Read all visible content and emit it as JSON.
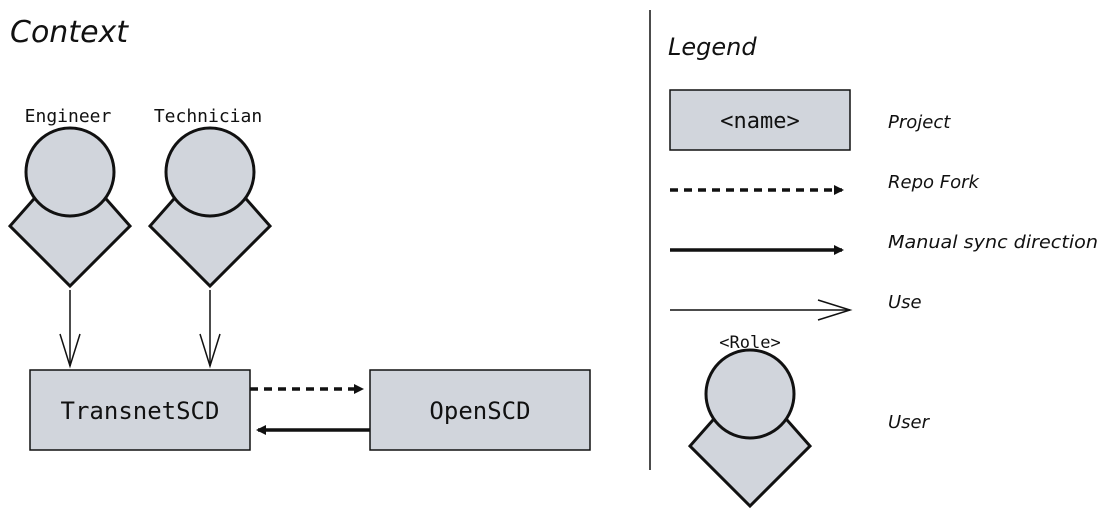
{
  "context": {
    "title": "Context",
    "roles": [
      {
        "label": "Engineer"
      },
      {
        "label": "Technician"
      }
    ],
    "projects": [
      {
        "name": "TransnetSCD"
      },
      {
        "name": "OpenSCD"
      }
    ]
  },
  "legend": {
    "title": "Legend",
    "project_box": "<name>",
    "project_label": "Project",
    "fork_label": "Repo Fork",
    "sync_label": "Manual sync direction",
    "use_label": "Use",
    "role_label": "<Role>",
    "user_label": "User"
  },
  "colors": {
    "fill": "#d1d5dc",
    "stroke": "#111111"
  }
}
